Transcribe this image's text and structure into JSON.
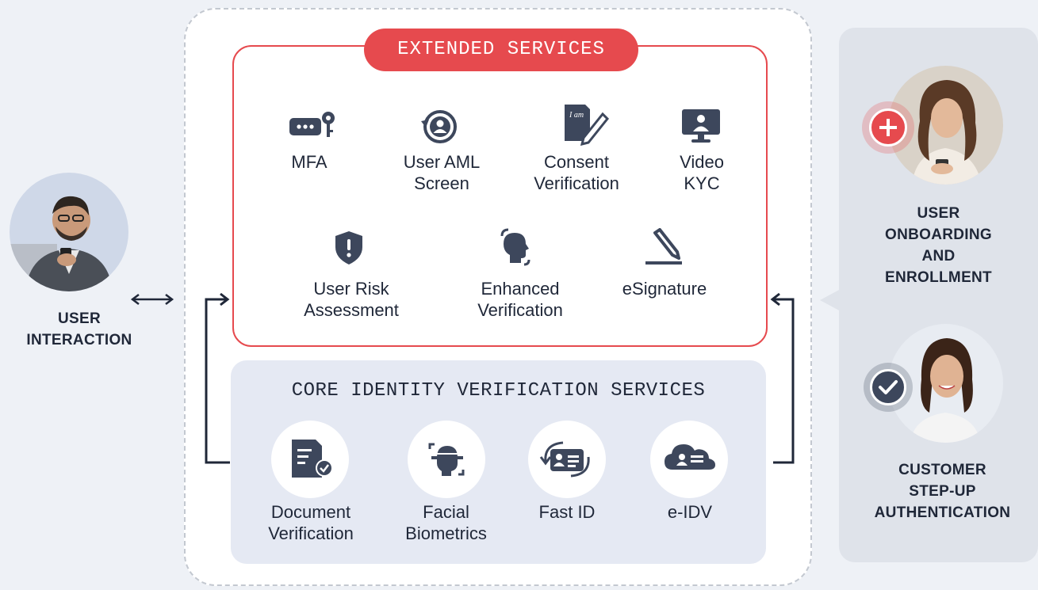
{
  "extended": {
    "title": "EXTENDED SERVICES",
    "row1": [
      {
        "icon": "mfa-key-icon",
        "label": "MFA"
      },
      {
        "icon": "aml-screen-icon",
        "label": "User AML\nScreen"
      },
      {
        "icon": "consent-document-icon",
        "label": "Consent\nVerification"
      },
      {
        "icon": "video-kyc-monitor-icon",
        "label": "Video\nKYC"
      }
    ],
    "row2": [
      {
        "icon": "risk-shield-icon",
        "label": "User Risk\nAssessment"
      },
      {
        "icon": "enhanced-verification-icon",
        "label": "Enhanced\nVerification"
      },
      {
        "icon": "esignature-pen-icon",
        "label": "eSignature"
      }
    ]
  },
  "core": {
    "title": "CORE IDENTITY VERIFICATION SERVICES",
    "items": [
      {
        "icon": "document-check-icon",
        "label": "Document\nVerification"
      },
      {
        "icon": "facial-scan-icon",
        "label": "Facial\nBiometrics"
      },
      {
        "icon": "fast-id-card-icon",
        "label": "Fast ID"
      },
      {
        "icon": "cloud-id-icon",
        "label": "e-IDV"
      }
    ]
  },
  "left": {
    "label": "USER\nINTERACTION"
  },
  "right": {
    "onboarding": "USER\nONBOARDING\nAND\nENROLLMENT",
    "stepup": "CUSTOMER\nSTEP-UP\nAUTHENTICATION"
  },
  "colors": {
    "accent": "#e64a4e",
    "icon": "#3d475c",
    "panel": "#dfe3ea",
    "core_bg": "#e5e9f3"
  }
}
